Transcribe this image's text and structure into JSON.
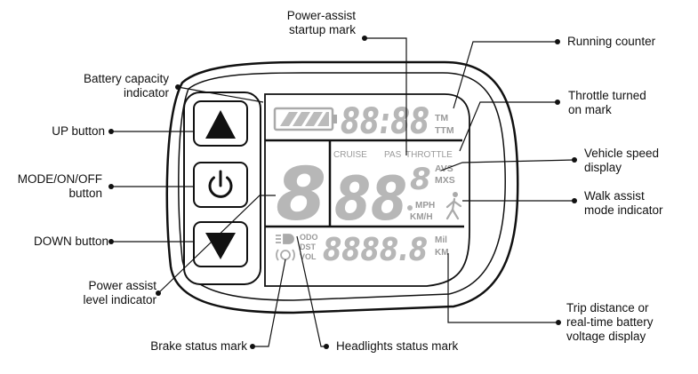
{
  "labels": {
    "power_assist_startup_1": "Power-assist",
    "power_assist_startup_2": "startup mark",
    "running_counter": "Running counter",
    "battery_1": "Battery capacity",
    "battery_2": "indicator",
    "throttle_1": "Throttle turned",
    "throttle_2": "on mark",
    "up_button": "UP button",
    "vehicle_speed_1": "Vehicle speed",
    "vehicle_speed_2": "display",
    "mode_1": "MODE/ON/OFF",
    "mode_2": "button",
    "walk_1": "Walk assist",
    "walk_2": "mode indicator",
    "down_button": "DOWN button",
    "pas_level_1": "Power assist",
    "pas_level_2": "level indicator",
    "trip_1": "Trip distance or",
    "trip_2": "real-time battery",
    "trip_3": "voltage display",
    "brake": "Brake status mark",
    "headlights": "Headlights status mark"
  },
  "lcd": {
    "clock_digits": "88:88",
    "tm": "TM",
    "ttm": "TTM",
    "cruise": "CRUISE",
    "pas": "PAS",
    "throttle": "THROTTLE",
    "level_digit": "8",
    "speed_digits": "88",
    "speed_decimal": "8",
    "avs": "AVS",
    "mxs": "MXS",
    "mph": "MPH",
    "kmh": "KM/H",
    "odo": "ODO",
    "dst": "DST",
    "vol": "VOL",
    "trip_digits": "8888.8",
    "mil": "Mil",
    "km": "KM"
  },
  "icons": [
    "battery-icon",
    "up-arrow-icon",
    "power-icon",
    "down-arrow-icon",
    "walk-icon",
    "headlight-icon",
    "brake-icon"
  ]
}
